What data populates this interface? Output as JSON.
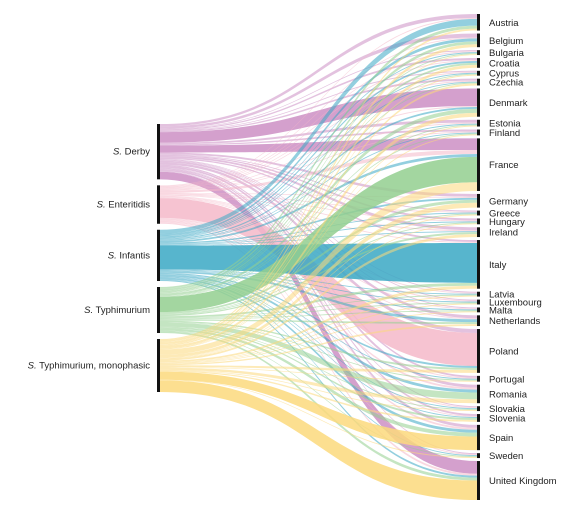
{
  "chart_data": {
    "type": "sankey",
    "sources": [
      {
        "name": "S. Derby",
        "prefix": "S.",
        "rest": "Derby",
        "color": "#cc8fc4"
      },
      {
        "name": "S. Enteritidis",
        "prefix": "S.",
        "rest": "Enteritidis",
        "color": "#f4b8c9"
      },
      {
        "name": "S. Infantis",
        "prefix": "S.",
        "rest": "Infantis",
        "color": "#3aa8c4"
      },
      {
        "name": "S. Typhimurium",
        "prefix": "S.",
        "rest": "Typhimurium",
        "color": "#93cf8f"
      },
      {
        "name": "S. Typhimurium, monophasic",
        "prefix": "S.",
        "rest": "Typhimurium, monophasic",
        "color": "#fcd97c"
      }
    ],
    "targets": [
      "Austria",
      "Belgium",
      "Bulgaria",
      "Croatia",
      "Cyprus",
      "Czechia",
      "Denmark",
      "Estonia",
      "Finland",
      "France",
      "Germany",
      "Greece",
      "Hungary",
      "Ireland",
      "Italy",
      "Latvia",
      "Luxembourg",
      "Malta",
      "Netherlands",
      "Poland",
      "Portugal",
      "Romania",
      "Slovakia",
      "Slovenia",
      "Spain",
      "Sweden",
      "United Kingdom"
    ],
    "flows": [
      [
        4,
        4,
        1,
        2,
        1,
        2,
        18,
        3,
        2,
        12,
        3,
        1,
        2,
        3,
        2,
        1,
        1,
        1,
        3,
        4,
        2,
        3,
        1,
        2,
        3,
        1,
        13
      ],
      [
        1,
        1,
        1,
        1,
        1,
        1,
        1,
        1,
        1,
        4,
        1,
        1,
        1,
        1,
        1,
        1,
        1,
        1,
        1,
        34,
        1,
        2,
        1,
        1,
        2,
        1,
        2
      ],
      [
        7,
        3,
        1,
        2,
        1,
        1,
        2,
        1,
        1,
        3,
        2,
        1,
        1,
        1,
        41,
        1,
        1,
        1,
        3,
        2,
        1,
        3,
        1,
        1,
        3,
        1,
        2
      ],
      [
        3,
        3,
        1,
        2,
        1,
        1,
        4,
        1,
        1,
        26,
        3,
        1,
        1,
        2,
        3,
        1,
        1,
        1,
        2,
        2,
        1,
        7,
        1,
        2,
        4,
        1,
        3
      ],
      [
        2,
        3,
        1,
        3,
        1,
        2,
        4,
        1,
        1,
        9,
        5,
        1,
        1,
        3,
        3,
        1,
        1,
        1,
        2,
        3,
        1,
        4,
        1,
        2,
        14,
        1,
        20
      ]
    ]
  }
}
